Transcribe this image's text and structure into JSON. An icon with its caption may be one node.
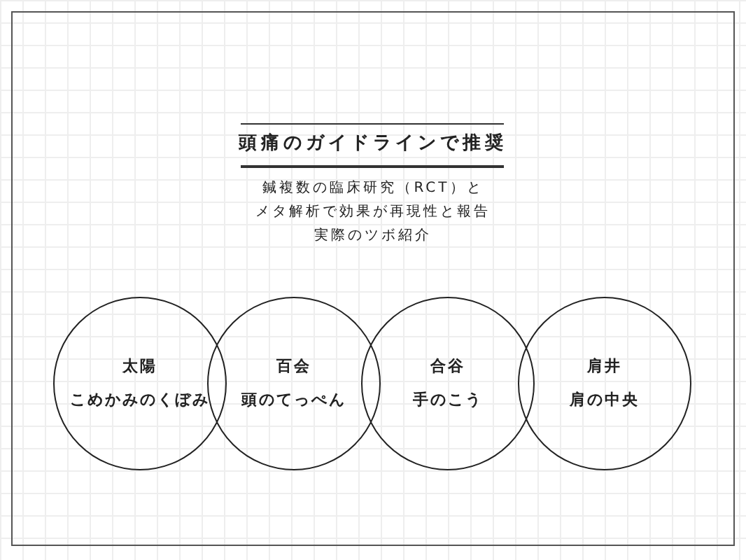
{
  "diagram": {
    "title": "頭痛のガイドラインで推奨",
    "nodes": [
      {
        "text": [
          "太陽",
          "こめかみのくぼみ"
        ]
      },
      {
        "text": [
          "百会",
          "頭のてっぺん"
        ]
      },
      {
        "text": [
          "合谷",
          "手のこう"
        ]
      },
      {
        "text": [
          "肩井",
          "肩の中央"
        ]
      }
    ],
    "labels": [
      "鍼複数の臨床研究（RCT）と",
      "メタ解析で効果が再現性と報告",
      "実際のツボ紹介"
    ]
  }
}
